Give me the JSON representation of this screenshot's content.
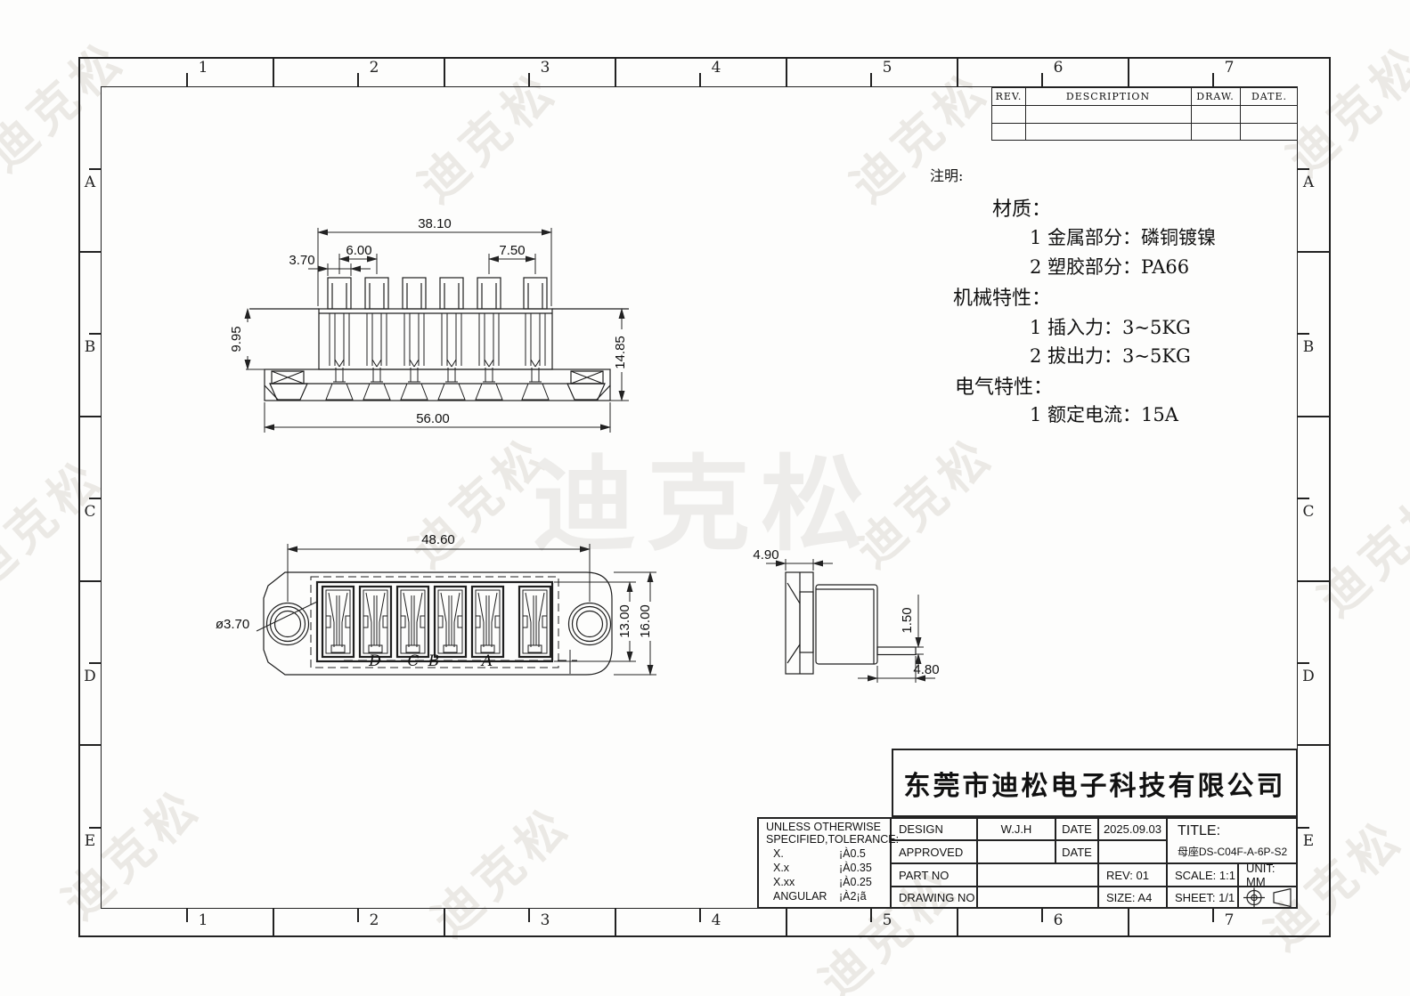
{
  "watermark": {
    "text": "迪克松"
  },
  "frame": {
    "columns": [
      "1",
      "2",
      "3",
      "4",
      "5",
      "6",
      "7"
    ],
    "rows": [
      "A",
      "B",
      "C",
      "D",
      "E"
    ]
  },
  "revision_table": {
    "headers": [
      "REV.",
      "DESCRIPTION",
      "DRAW.",
      "DATE."
    ]
  },
  "notes": {
    "title": "注明:",
    "material_heading": "材质：",
    "material_items": [
      "1  金属部分：磷铜镀镍",
      "2  塑胶部分：PA66"
    ],
    "mechanical_heading": "机械特性：",
    "mechanical_items": [
      "1  插入力：3~5KG",
      "2  拔出力：3~5KG"
    ],
    "electrical_heading": "电气特性：",
    "electrical_items": [
      "1  额定电流：15A"
    ]
  },
  "views": {
    "front": {
      "dim_width_top": "38.10",
      "dim_pitch": "6.00",
      "dim_pin_width": "3.70",
      "dim_pitch_right": "7.50",
      "dim_height_body": "9.95",
      "dim_height_total": "14.85",
      "dim_width_total": "56.00"
    },
    "plan": {
      "dim_hole_span": "48.60",
      "dim_hole_dia": "ø3.70",
      "dim_inner_height": "13.00",
      "dim_outer_height": "16.00",
      "slot_labels": [
        "D",
        "C",
        "B",
        "A"
      ]
    },
    "side": {
      "dim_depth": "4.90",
      "dim_pin_thickness": "1.50",
      "dim_pin_length": "4.80"
    }
  },
  "title_block": {
    "company": "东莞市迪松电子科技有限公司",
    "tolerance": {
      "line1": "UNLESS OTHERWISE",
      "line2": "SPECIFIED,TOLERANCE:",
      "rows": [
        {
          "label": "X.",
          "value": "¡À0.5"
        },
        {
          "label": "X.x",
          "value": "¡À0.35"
        },
        {
          "label": "X.xx",
          "value": "¡À0.25"
        },
        {
          "label": "ANGULAR",
          "value": "¡À2¡ã"
        }
      ]
    },
    "design_label": "DESIGN",
    "design_value": "W.J.H",
    "date_label": "DATE",
    "date_value": "2025.09.03",
    "approved_label": "APPROVED",
    "approved_date_label": "DATE",
    "part_no_label": "PART NO",
    "rev": "REV: 01",
    "drawing_no_label": "DRAWING NO",
    "size": "SIZE: A4",
    "title_label": "TITLE:",
    "title_value": "母座DS-C04F-A-6P-S2",
    "scale": "SCALE: 1:1",
    "unit": "UNIT: MM",
    "sheet": "SHEET: 1/1"
  }
}
